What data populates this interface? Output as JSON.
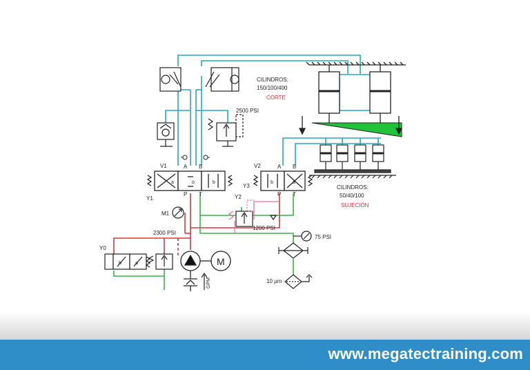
{
  "labels": {
    "cyl_cut_title": "CILINDROS:",
    "cyl_cut_sizes": "150/100/400",
    "cyl_cut_name": "CORTE",
    "cyl_clamp_title": "CILINDROS:",
    "cyl_clamp_sizes": "50/40/100",
    "cyl_clamp_name": "SUJECIÓN",
    "p2500": "2500 PSI",
    "p2300": "2300 PSI",
    "p1200": "1200 PSI",
    "p75": "75 PSI",
    "filter": "10 µm",
    "v1": "V1",
    "v2": "V2",
    "y0": "Y0",
    "y1": "Y1",
    "y2": "Y2",
    "y3": "Y3",
    "m1": "M1",
    "motor": "M",
    "gpm": "GPM",
    "port_a": "A",
    "port_b": "B",
    "port_p": "P",
    "port_t": "T",
    "pos_a": "a",
    "pos_b": "b",
    "pos_o": "o"
  },
  "colors": {
    "pressure": "#d9363e",
    "return": "#36b24a",
    "work": "#23a8c0",
    "pilot": "#e86fa0",
    "blade": "#22c33a",
    "frame": "#222222"
  },
  "footer": {
    "url": "www.megatectraining.com"
  }
}
